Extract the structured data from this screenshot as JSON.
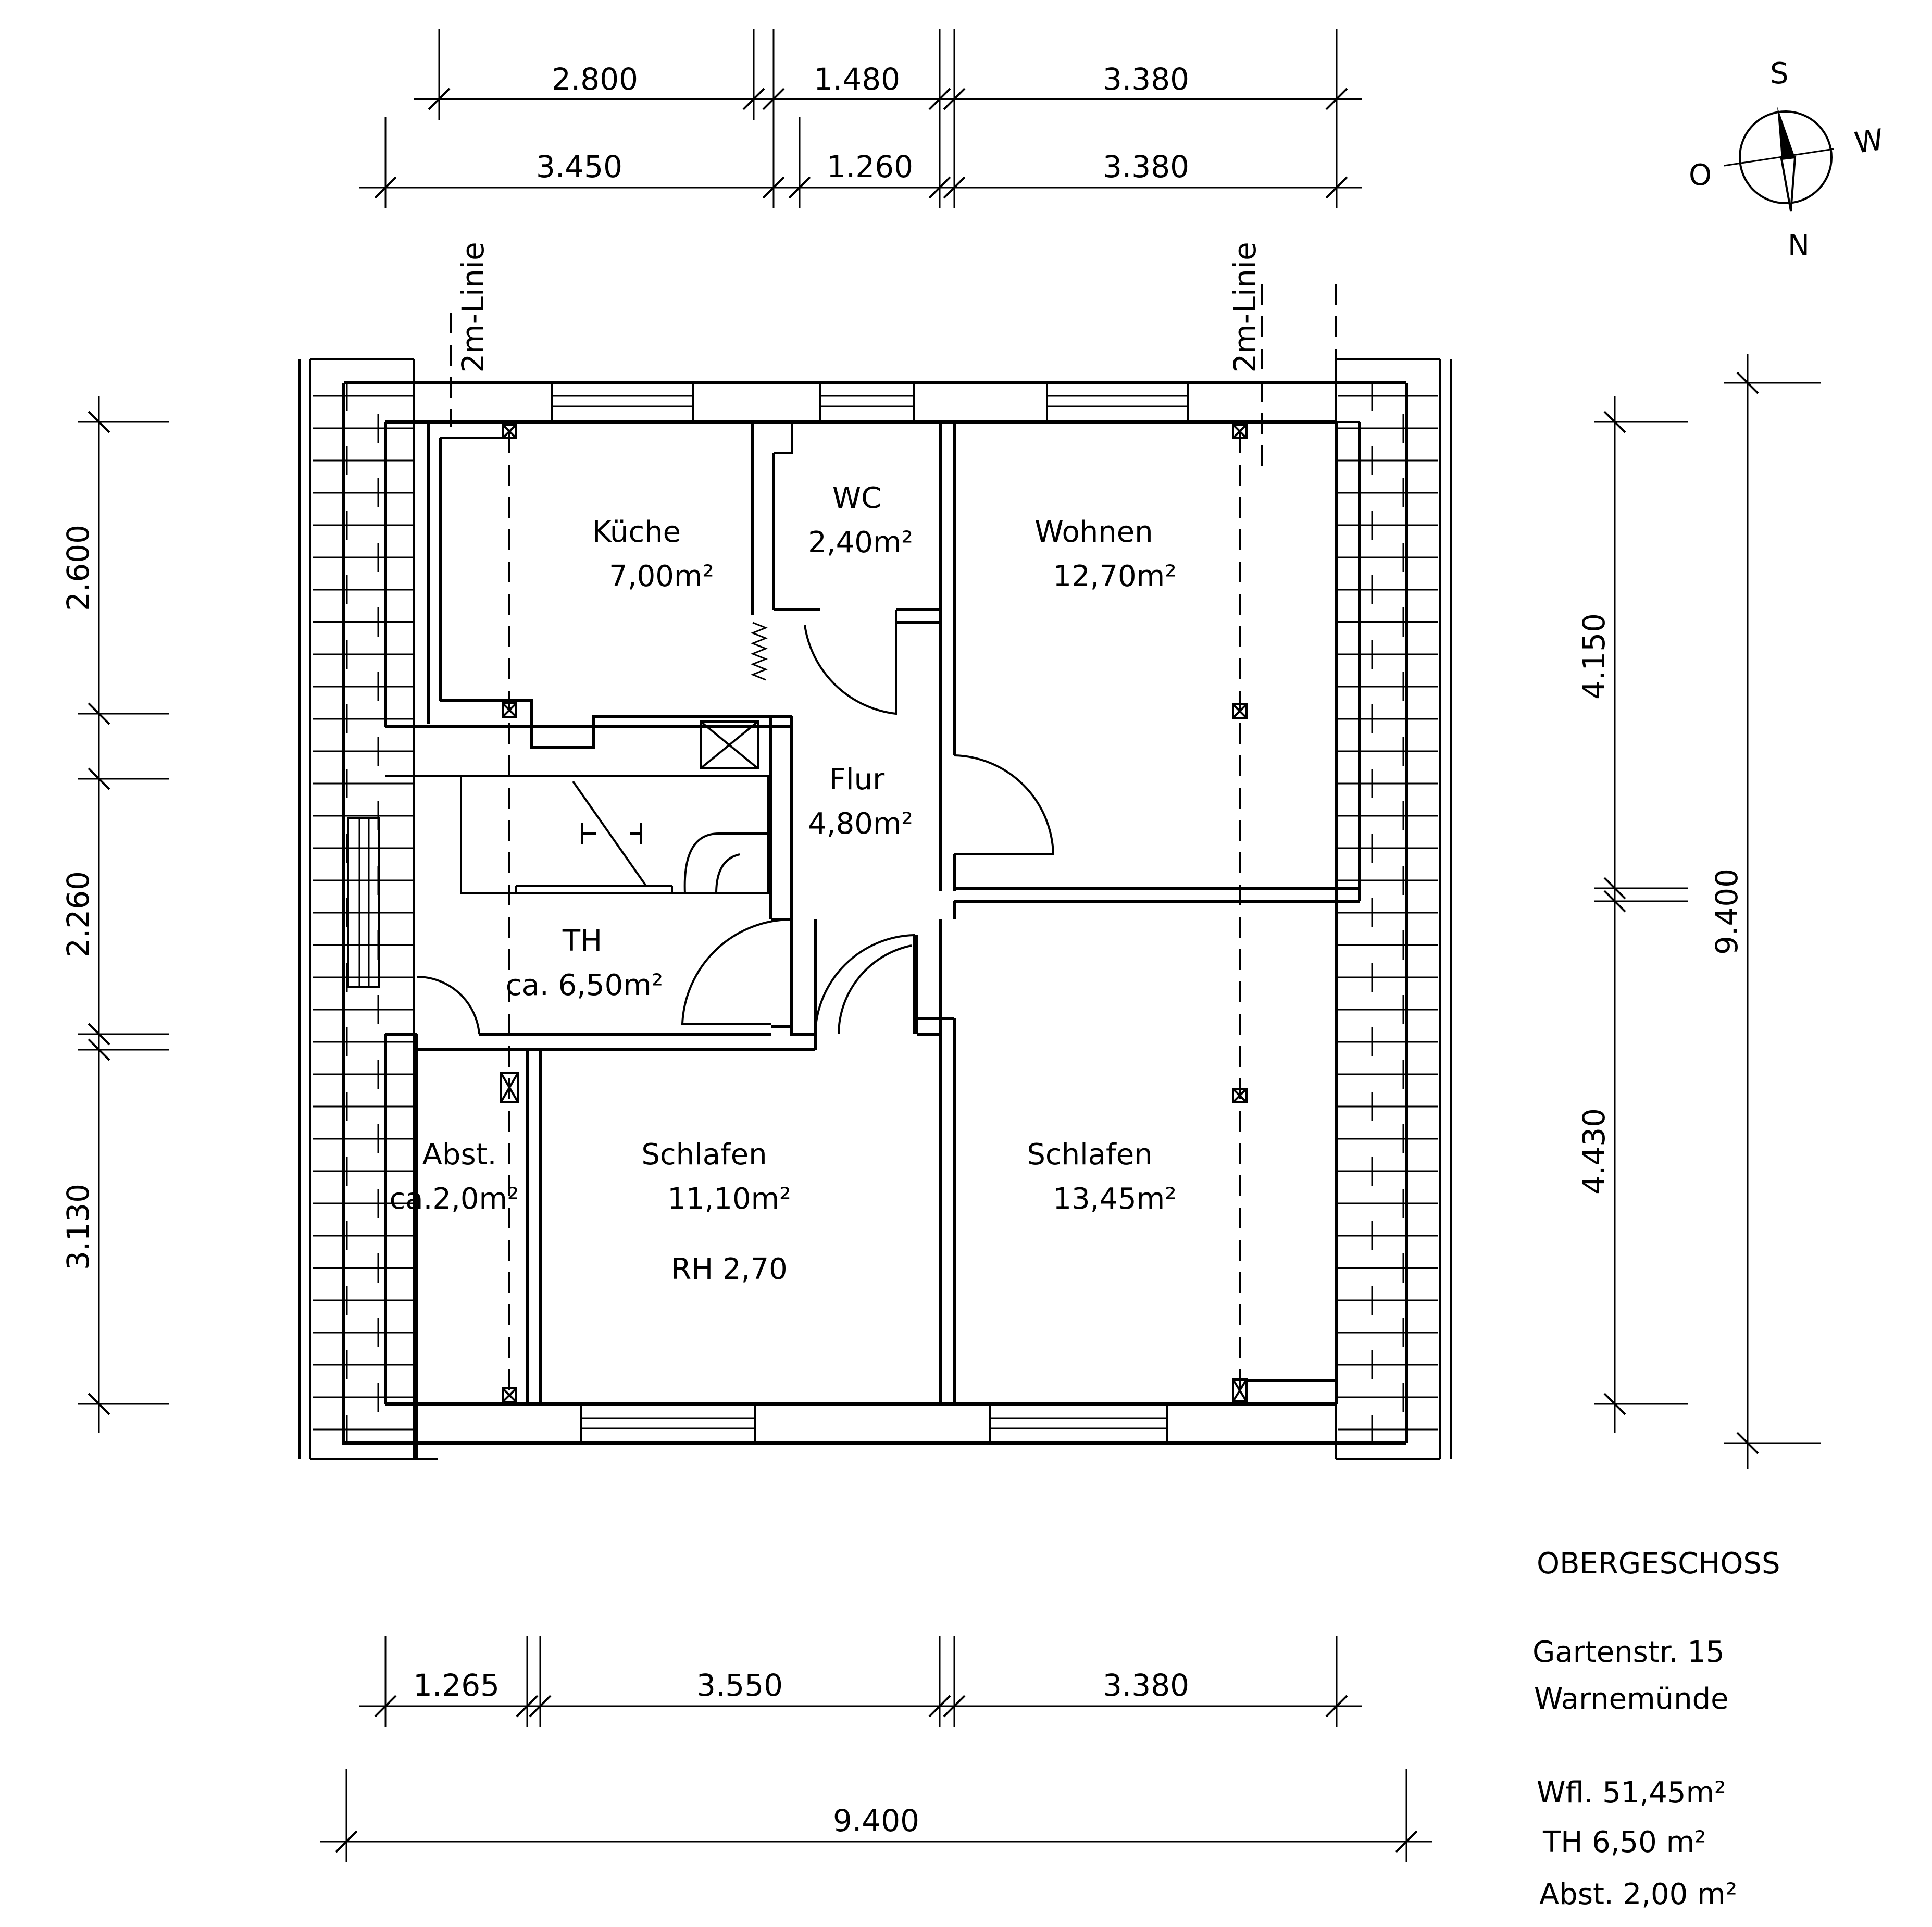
{
  "dimensions": {
    "top_row1": [
      "2.800",
      "1.480",
      "3.380"
    ],
    "top_row2": [
      "3.450",
      "1.260",
      "3.380"
    ],
    "left": [
      "2.600",
      "2.260",
      "3.130"
    ],
    "right_inner": [
      "4.150",
      "4.430"
    ],
    "right_outer": "9.400",
    "bottom_row1": [
      "1.265",
      "3.550",
      "3.380"
    ],
    "bottom_total": "9.400"
  },
  "markers": {
    "line_left": "2m-Linie",
    "line_right": "2m-Linie"
  },
  "compass": {
    "s": "S",
    "w": "W",
    "o": "O",
    "n": "N"
  },
  "rooms": {
    "kueche": {
      "name": "Küche",
      "area": "7,00m²"
    },
    "wc": {
      "name": "WC",
      "area": "2,40m²"
    },
    "wohnen": {
      "name": "Wohnen",
      "area": "12,70m²"
    },
    "flur": {
      "name": "Flur",
      "area": "4,80m²"
    },
    "th": {
      "name": "TH",
      "area": "ca. 6,50m²"
    },
    "abst": {
      "name": "Abst.",
      "area": "ca.2,0m²"
    },
    "schlafen1": {
      "name": "Schlafen",
      "area": "11,10m²",
      "height": "RH 2,70"
    },
    "schlafen2": {
      "name": "Schlafen",
      "area": "13,45m²"
    }
  },
  "info": {
    "floor": "OBERGESCHOSS",
    "street": "Gartenstr. 15",
    "city": "Warnemünde",
    "wfl": "Wfl. 51,45m²",
    "th": "TH 6,50 m²",
    "abst": "Abst. 2,00 m²"
  }
}
